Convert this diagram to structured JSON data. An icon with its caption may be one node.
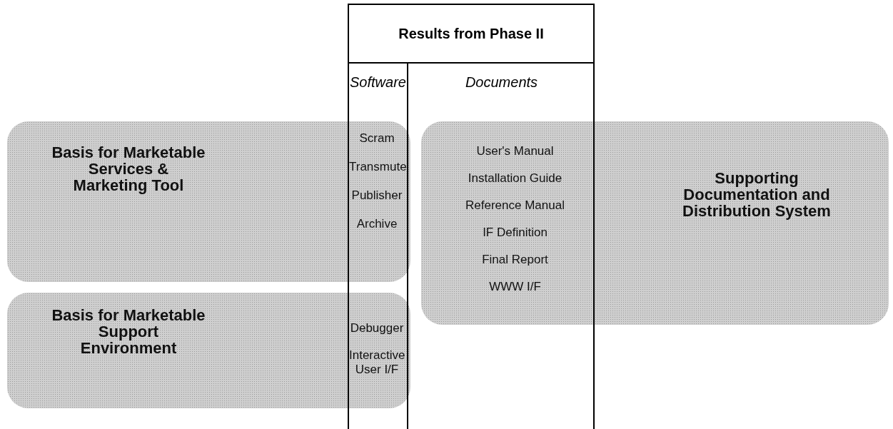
{
  "diagram": {
    "nodes": [
      {
        "text": [
          "Results from Phase II"
        ]
      },
      {
        "text": [
          "Basis for Marketable Services & Marketing Tool",
          "Scram",
          "Transmute",
          "Publisher",
          "Archive"
        ]
      },
      {
        "text": [
          "Basis for Marketable Support Environment",
          "Debugger",
          "Interactive User I/F"
        ]
      },
      {
        "text": [
          "User's Manual",
          "Installation Guide",
          "Reference Manual",
          "IF Definition",
          "Final Report",
          "WWW I/F",
          "Supporting Documentation and Distribution System"
        ]
      }
    ],
    "edges": [],
    "labels": [
      "Software",
      "Documents"
    ]
  }
}
